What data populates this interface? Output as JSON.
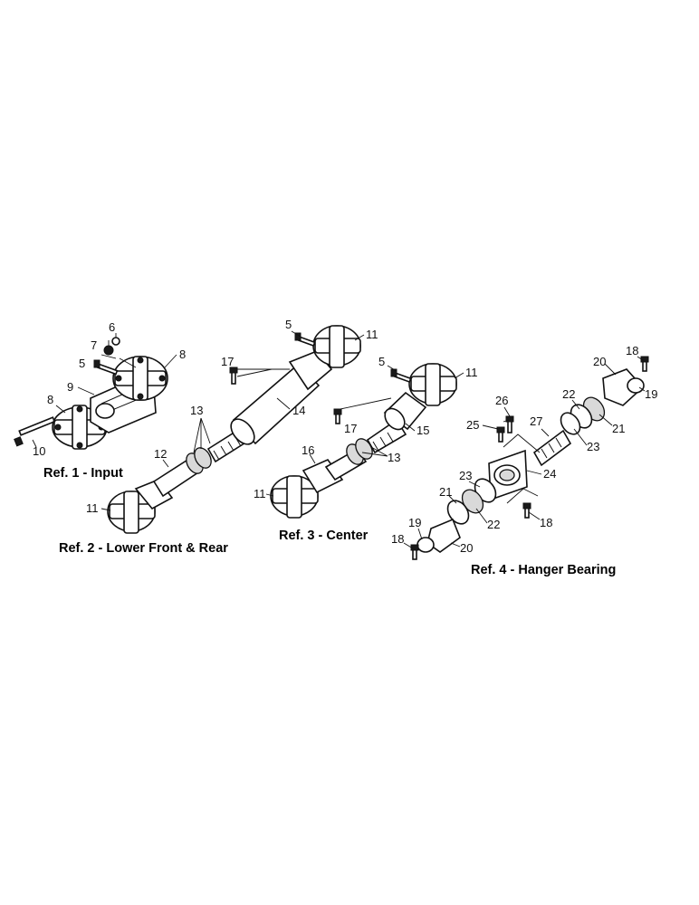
{
  "captions": {
    "ref1": "Ref. 1 - Input",
    "ref2": "Ref. 2 - Lower Front & Rear",
    "ref3": "Ref. 3 - Center",
    "ref4": "Ref. 4 - Hanger Bearing"
  },
  "callouts": {
    "r1_6": "6",
    "r1_7": "7",
    "r1_5": "5",
    "r1_8a": "8",
    "r1_9": "9",
    "r1_8b": "8",
    "r1_10": "10",
    "r2_5": "5",
    "r2_11a": "11",
    "r2_17": "17",
    "r2_14": "14",
    "r2_13": "13",
    "r2_12": "12",
    "r2_11b": "11",
    "r3_5": "5",
    "r3_11a": "11",
    "r3_17": "17",
    "r3_15": "15",
    "r3_13": "13",
    "r3_16": "16",
    "r3_11b": "11",
    "r4_18a": "18",
    "r4_20a": "20",
    "r4_19a": "19",
    "r4_22a": "22",
    "r4_21a": "21",
    "r4_26": "26",
    "r4_25": "25",
    "r4_27": "27",
    "r4_23a": "23",
    "r4_24": "24",
    "r4_23b": "23",
    "r4_21b": "21",
    "r4_22b": "22",
    "r4_18b": "18",
    "r4_19b": "19",
    "r4_18c": "18",
    "r4_20b": "20"
  }
}
